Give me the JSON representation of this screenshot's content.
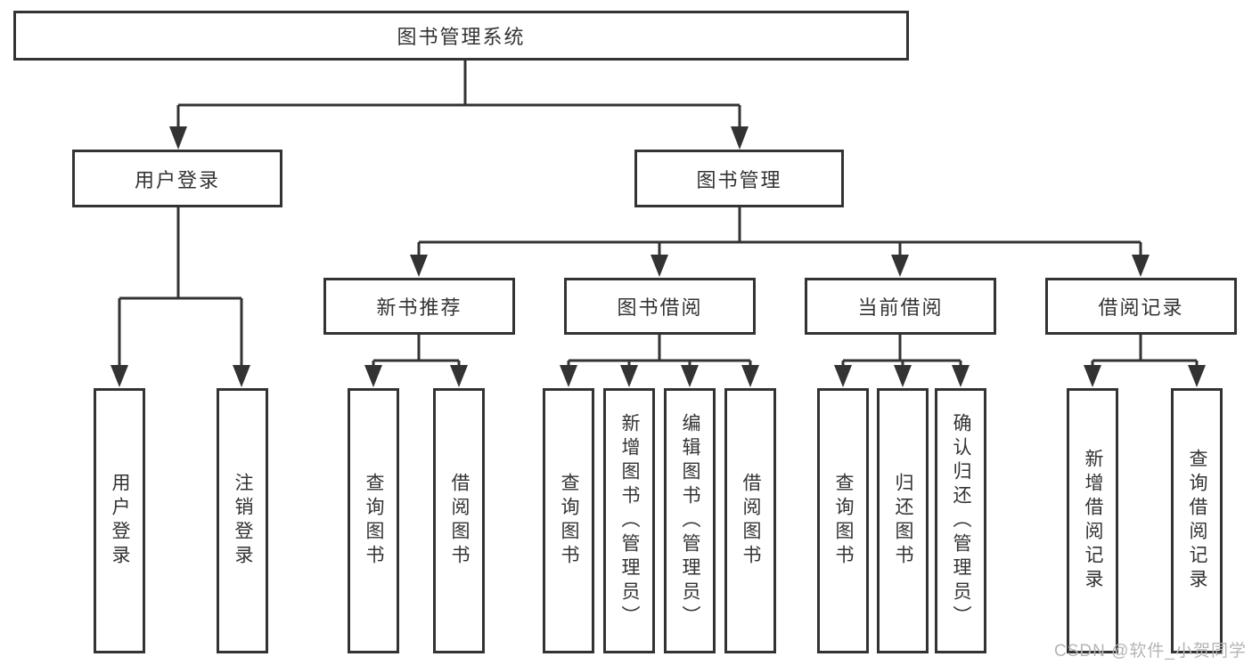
{
  "tree": {
    "label": "图书管理系统",
    "children": [
      {
        "label": "用户登录",
        "children": [
          {
            "label": "用户登录"
          },
          {
            "label": "注销登录"
          }
        ]
      },
      {
        "label": "图书管理",
        "children": [
          {
            "label": "新书推荐",
            "children": [
              {
                "label": "查询图书"
              },
              {
                "label": "借阅图书"
              }
            ]
          },
          {
            "label": "图书借阅",
            "children": [
              {
                "label": "查询图书"
              },
              {
                "label": "新增图书（管理员）"
              },
              {
                "label": "编辑图书（管理员）"
              },
              {
                "label": "借阅图书"
              }
            ]
          },
          {
            "label": "当前借阅",
            "children": [
              {
                "label": "查询图书"
              },
              {
                "label": "归还图书"
              },
              {
                "label": "确认归还（管理员）"
              }
            ]
          },
          {
            "label": "借阅记录",
            "children": [
              {
                "label": "新增借阅记录"
              },
              {
                "label": "查询借阅记录"
              }
            ]
          }
        ]
      }
    ]
  },
  "watermark": {
    "text": "CSDN @软件_小贺同学"
  },
  "colors": {
    "line": "#333333",
    "box_border": "#333333",
    "box_background": "#ffffff",
    "text": "#333333",
    "watermark": "#b5b5b5",
    "page_background": "#ffffff"
  }
}
